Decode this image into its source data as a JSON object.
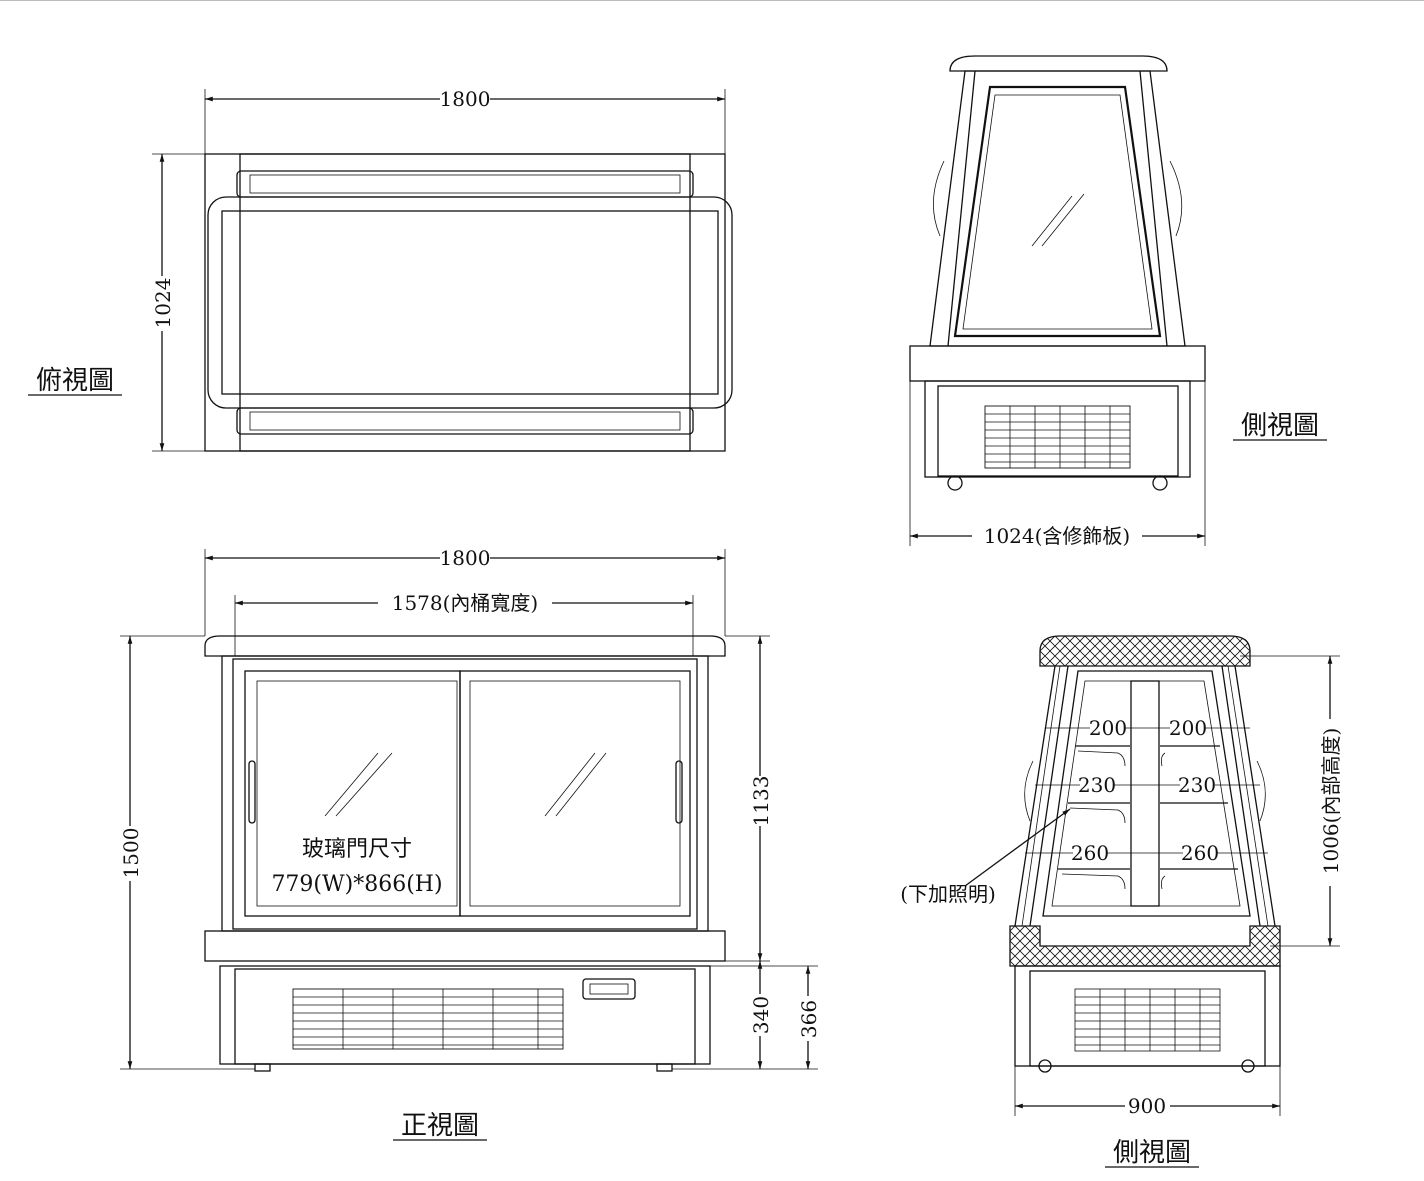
{
  "top_view": {
    "title": "俯視圖",
    "width_dim": "1800",
    "depth_dim": "1024"
  },
  "side_view": {
    "title": "側視圖",
    "width_dim": "1024(含修飾板)"
  },
  "front_view": {
    "title": "正視圖",
    "width_dim": "1800",
    "inner_width_dim": "1578(內桶寬度)",
    "height_dim": "1500",
    "upper_height_dim": "1133",
    "base_height_dim": "340",
    "base_height_dim2": "366",
    "glass_label": "玻璃門尺寸",
    "glass_size": "779(W)*866(H)"
  },
  "section_view": {
    "title": "側視圖",
    "width_dim": "900",
    "inner_height_dim": "1006(內部高度)",
    "lighting_note": "(下加照明)",
    "shelf_spacings": [
      "200",
      "200",
      "230",
      "230",
      "260",
      "260"
    ]
  }
}
